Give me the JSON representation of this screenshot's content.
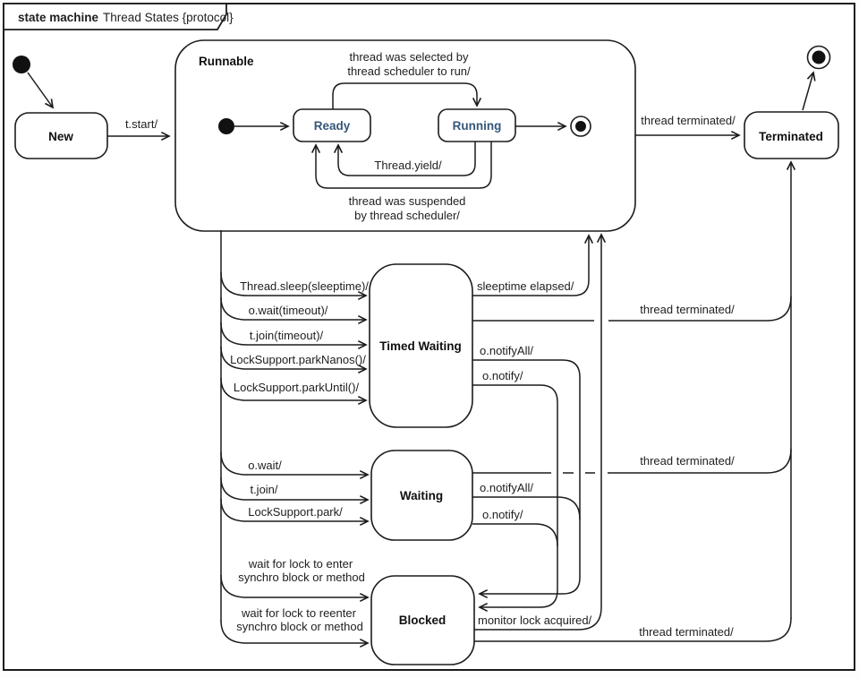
{
  "frame": {
    "title_keyword": "state machine",
    "title_name": "Thread States {protocol}"
  },
  "colors": {
    "line": "#1b1b1b",
    "state_fill": "#ffffff",
    "substate_text": "#35567a",
    "background": "#ffffff"
  },
  "states": {
    "new": "New",
    "runnable": "Runnable",
    "ready": "Ready",
    "running": "Running",
    "terminated": "Terminated",
    "timed_waiting": "Timed Waiting",
    "waiting": "Waiting",
    "blocked": "Blocked"
  },
  "labels": {
    "t_start": "t.start/",
    "selected_by_1": "thread was selected by",
    "selected_by_2": "thread scheduler to run/",
    "thread_yield": "Thread.yield/",
    "suspended_1": "thread was suspended",
    "suspended_2": "by thread scheduler/",
    "term_from_runnable": "thread terminated/",
    "sleep": "Thread.sleep(sleeptime)/",
    "wait_timeout": "o.wait(timeout)/",
    "join_timeout": "t.join(timeout)/",
    "park_nanos": "LockSupport.parkNanos()/",
    "park_until": "LockSupport.parkUntil()/",
    "sleeptime_elapsed": "sleeptime elapsed/",
    "term_from_timed": "thread terminated/",
    "notify_all_timed": "o.notifyAll/",
    "notify_timed": "o.notify/",
    "o_wait": "o.wait/",
    "t_join": "t.join/",
    "lock_support_park": "LockSupport.park/",
    "notify_all_waiting": "o.notifyAll/",
    "notify_waiting": "o.notify/",
    "term_from_waiting": "thread terminated/",
    "lock_enter_1": "wait for lock to enter",
    "lock_enter_2": "synchro block or method",
    "lock_reenter_1": "wait for lock to reenter",
    "lock_reenter_2": "synchro block or method",
    "monitor_lock": "monitor lock acquired/",
    "term_from_blocked": "thread terminated/"
  }
}
